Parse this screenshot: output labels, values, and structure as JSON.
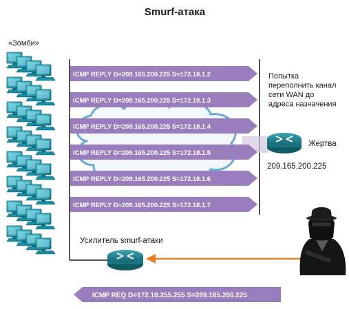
{
  "title": "Smurf-атака",
  "zombies_label": "«Зомби»",
  "replies": [
    "ICMP REPLY D=209.165.200.225 S=172.18.1.2",
    "ICMP REPLY D=209.165.200.225 S=172.18.1.3",
    "ICMP REPLY D=209.165.200.225 S=172.18.1.4",
    "ICMP REPLY D=209.165.200.225 S=172.18.1.5",
    "ICMP REPLY D=209.165.200.225 S=172.18.1.6",
    "ICMP REPLY D=209.165.200.225 S=172.18.1.7"
  ],
  "note_lines": [
    "Попытка",
    "переполнить канал",
    "сети WAN до",
    "адреса назначения"
  ],
  "victim": {
    "label": "Жертва",
    "ip": "209.165.200.225"
  },
  "amplifier_label": "Усилитель smurf-атаки",
  "request": "ICMP REQ D=172.18.255.255 S=209.165.200.225",
  "colors": {
    "arrow": "#9a7dbc",
    "arrow_text": "#ffffff",
    "cloud_stroke": "#6aa9d4",
    "router": "#1f7d8a",
    "attack_line": "#e67e22",
    "computer": "#1a8fa6"
  },
  "icons": {
    "zombie": "desktop-computer-icon",
    "router": "router-icon",
    "attacker": "hacker-icon",
    "cloud": "network-cloud-icon"
  }
}
